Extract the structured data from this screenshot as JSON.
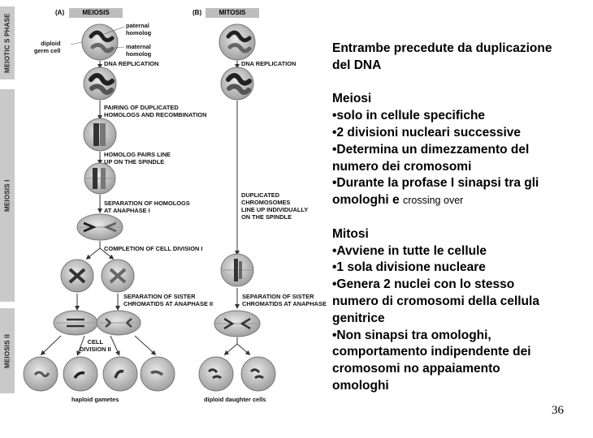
{
  "figure": {
    "panel_a_letter": "(A)",
    "panel_a_title": "MEIOSIS",
    "panel_b_letter": "(B)",
    "panel_b_title": "MITOSIS",
    "phases": {
      "s_phase": "MEIOTIC S PHASE",
      "meiosis_one": "MEIOSIS I",
      "meiosis_two": "MEIOSIS II"
    },
    "labels": {
      "paternal": "paternal\nhomolog",
      "maternal": "maternal\nhomolog",
      "diploid_germ": "diploid\ngerm cell",
      "dna_rep_a": "DNA REPLICATION",
      "dna_rep_b": "DNA REPLICATION",
      "pairing": "PAIRING OF DUPLICATED\nHOMOLOGS AND RECOMBINATION",
      "homolog_pairs": "HOMOLOG PAIRS LINE\nUP ON THE SPINDLE",
      "separation_homologs": "SEPARATION OF HOMOLOGS\nAT ANAPHASE I",
      "completion": "COMPLETION OF CELL DIVISION I",
      "separation_sister_a": "SEPARATION OF SISTER\nCHROMATIDS AT ANAPHASE II",
      "cell_division_two": "CELL\nDIVISION II",
      "duplicated_chrom": "DUPLICATED\nCHROMOSOMES\nLINE UP INDIVIDUALLY\nON THE SPINDLE",
      "separation_sister_b": "SEPARATION OF SISTER\nCHROMATIDS AT ANAPHASE",
      "haploid": "haploid gametes",
      "diploid_daughter": "diploid daughter cells"
    }
  },
  "text": {
    "intro_line1": "Entrambe precedute da duplicazione",
    "intro_line2": "del DNA",
    "meiosi_title": "Meiosi",
    "meiosi_b1": "•solo in cellule specifiche",
    "meiosi_b2": "•2 divisioni nucleari successive",
    "meiosi_b3a": "•Determina un dimezzamento del",
    "meiosi_b3b": "numero dei cromosomi",
    "meiosi_b4a": "•Durante la profase I sinapsi tra gli",
    "meiosi_b4b": "omologhi e ",
    "meiosi_b4c": "crossing over",
    "mitosi_title": "Mitosi",
    "mitosi_b1": "•Avviene in tutte le cellule",
    "mitosi_b2": "•1 sola divisione nucleare",
    "mitosi_b3a": "•Genera 2 nuclei con lo stesso",
    "mitosi_b3b": "numero di cromosomi della cellula",
    "mitosi_b3c": "genitrice",
    "mitosi_b4a": "•Non sinapsi tra omologhi,",
    "mitosi_b4b": "comportamento indipendente dei",
    "mitosi_b4c": "cromosomi no appaiamento",
    "mitosi_b4d": "omologhi"
  },
  "page_number": "36"
}
